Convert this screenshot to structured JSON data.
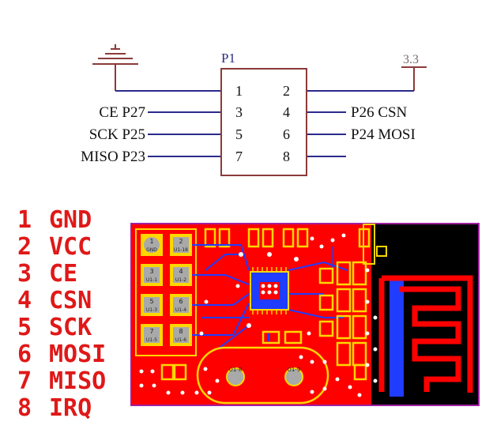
{
  "schematic": {
    "part_name": "P1",
    "power_label": "3.3",
    "pin_numbers": [
      "1",
      "2",
      "3",
      "4",
      "5",
      "6",
      "7",
      "8"
    ],
    "left_labels": [
      "CE P27",
      "SCK P25",
      "MISO P23"
    ],
    "right_labels": [
      "P26 CSN",
      "P24 MOSI"
    ]
  },
  "pin_list": [
    {
      "num": "1",
      "name": "GND"
    },
    {
      "num": "2",
      "name": "VCC"
    },
    {
      "num": "3",
      "name": "CE"
    },
    {
      "num": "4",
      "name": "CSN"
    },
    {
      "num": "5",
      "name": "SCK"
    },
    {
      "num": "6",
      "name": "MOSI"
    },
    {
      "num": "7",
      "name": "MISO"
    },
    {
      "num": "8",
      "name": "IRQ"
    }
  ],
  "pcb": {
    "header_pad_labels": [
      "1",
      "2",
      "3",
      "4",
      "5",
      "6",
      "7",
      "8"
    ],
    "header_pad_sublabels": [
      "GND",
      "U1-18",
      "U1-1",
      "U1-2",
      "U1-3",
      "U1-4",
      "U1-5",
      "U1-6"
    ],
    "crystal_pad_labels": [
      "U1-8",
      "U1-9"
    ],
    "colors": {
      "board": "#ff0000",
      "outline": "#a020a0",
      "silk": "#ffd700",
      "copper_bottom": "#1f3cff",
      "antenna_bg": "#000000",
      "antenna_trace": "#ff0000"
    }
  }
}
